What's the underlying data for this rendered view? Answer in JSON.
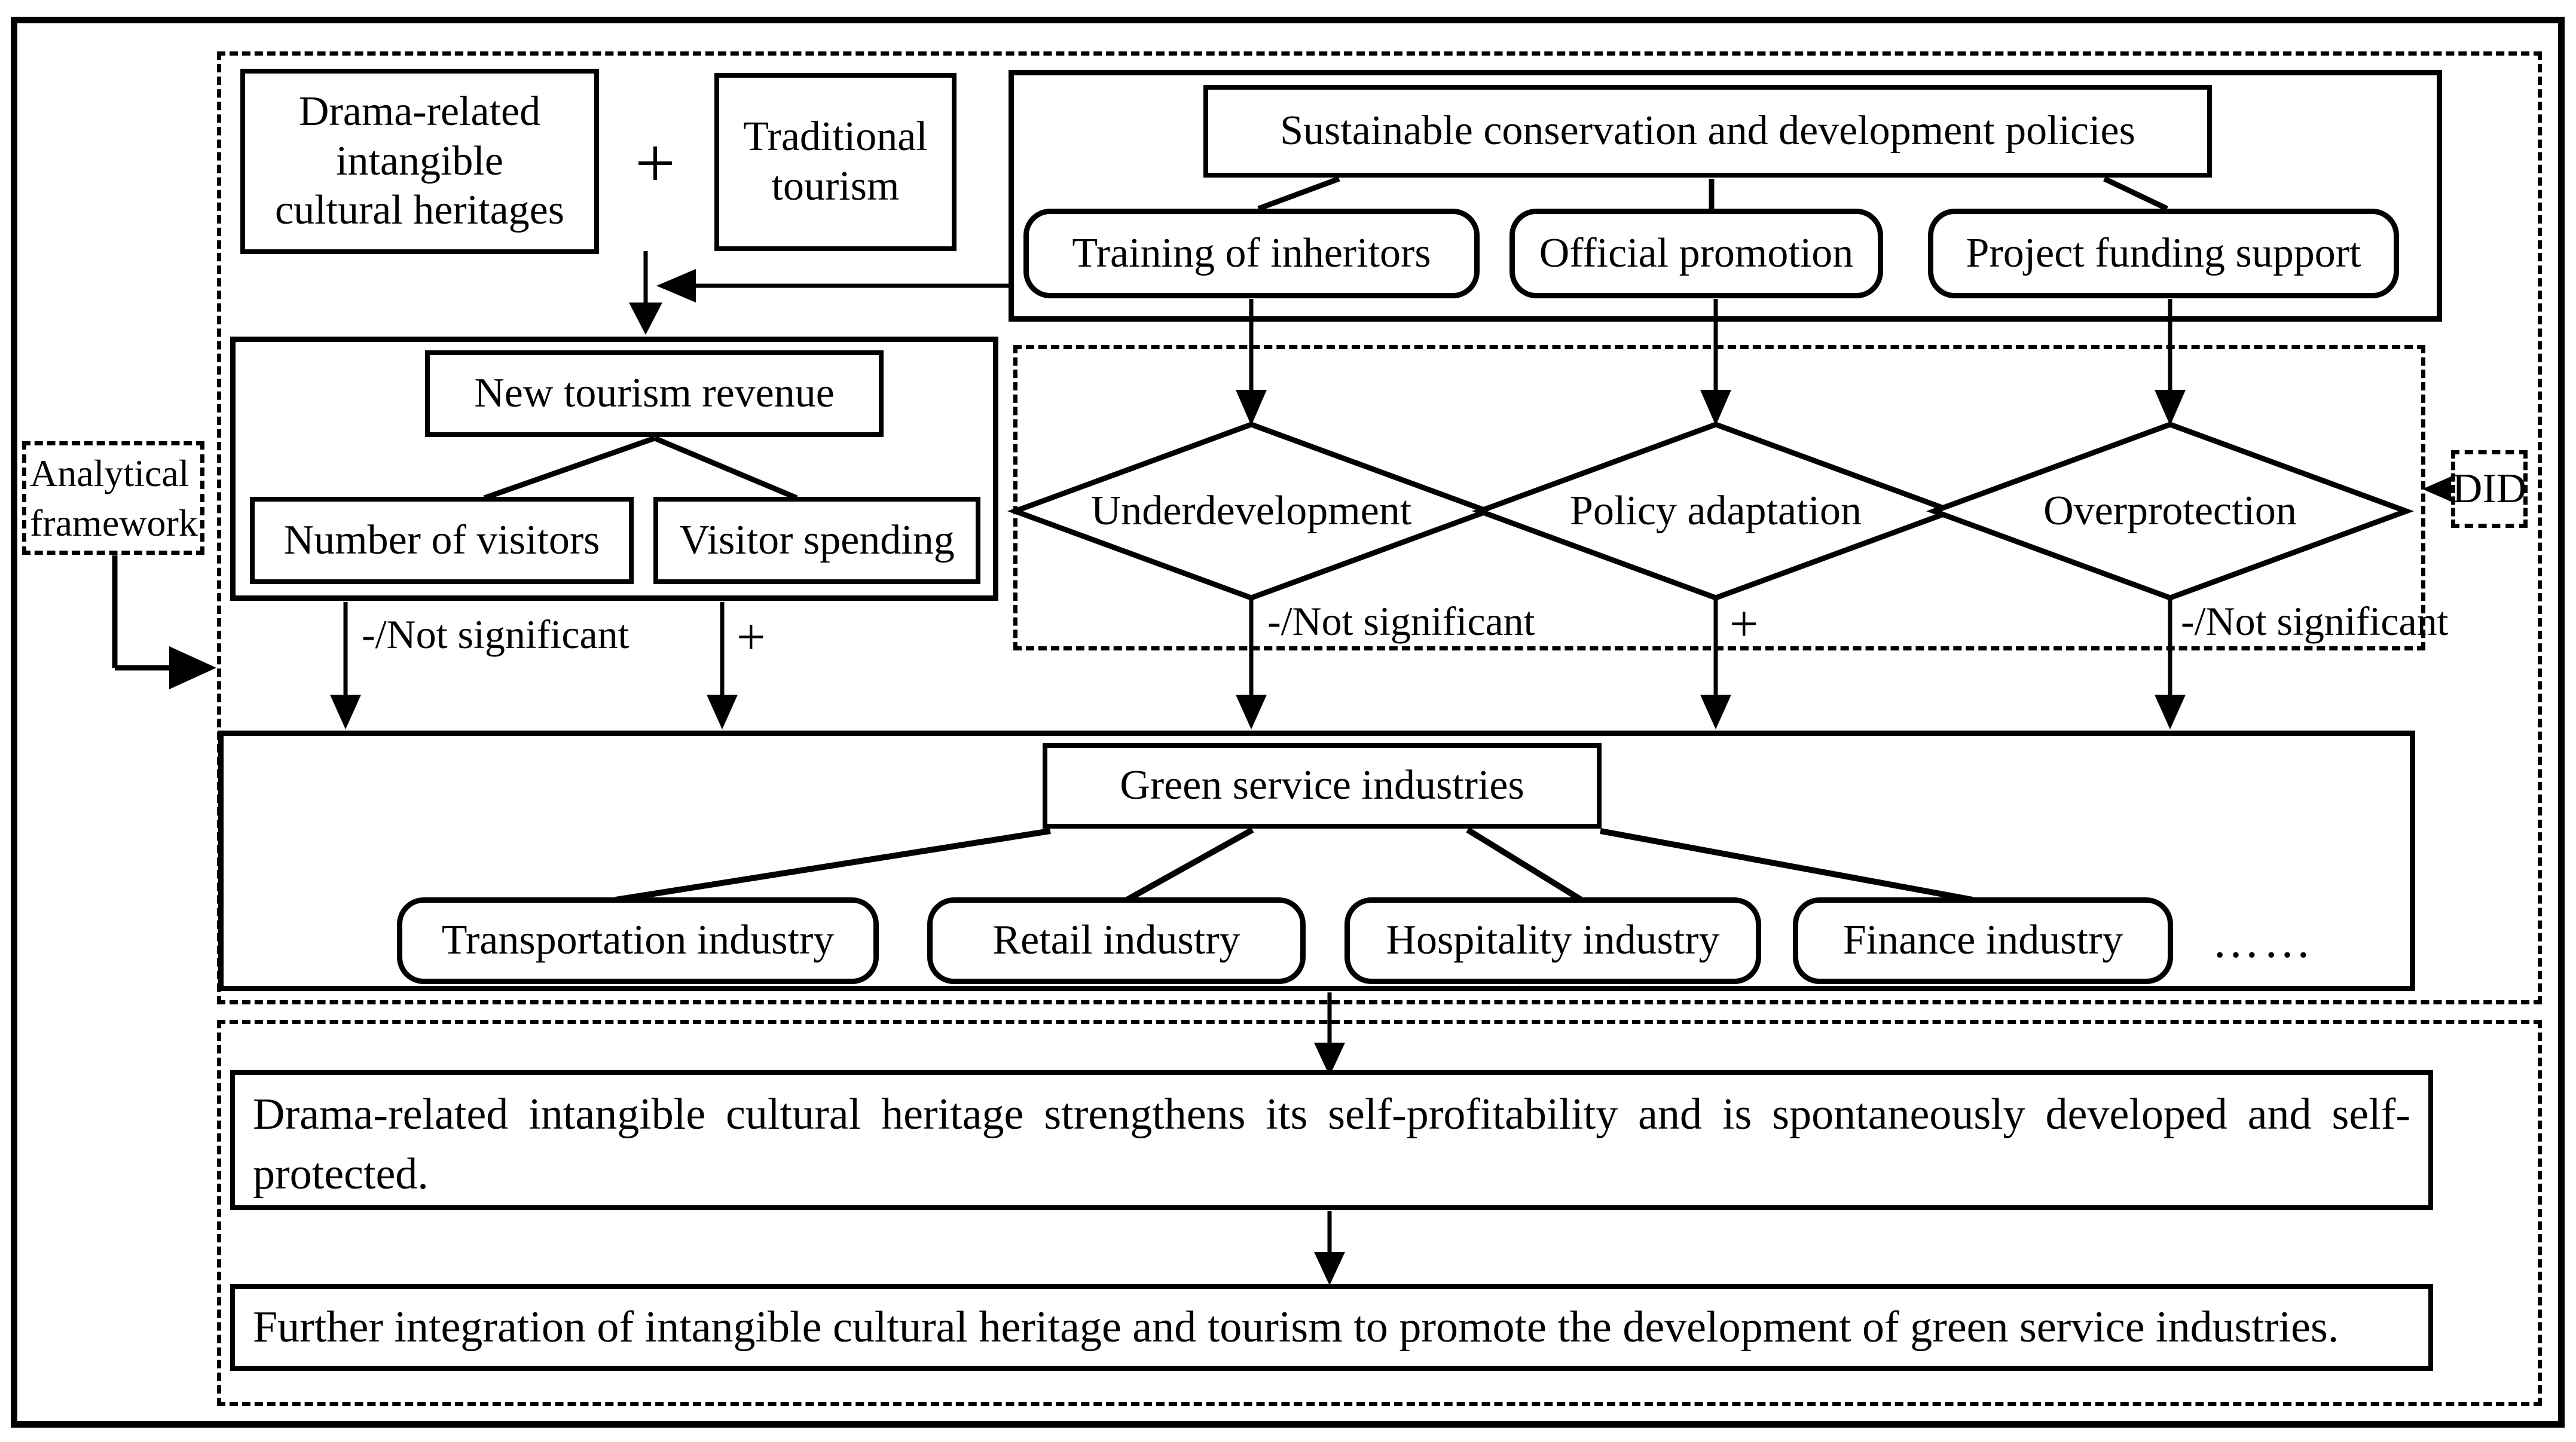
{
  "top": {
    "drama": "Drama-related\nintangible\ncultural heritages",
    "plus": "+",
    "traditional": "Traditional\ntourism"
  },
  "policies": {
    "title": "Sustainable conservation and development policies",
    "children": [
      "Training of inheritors",
      "Official promotion",
      "Project funding support"
    ]
  },
  "revenue": {
    "title": "New tourism revenue",
    "children": [
      "Number of visitors",
      "Visitor spending"
    ],
    "effects": [
      "-/Not significant",
      "+"
    ]
  },
  "did": {
    "diamonds": [
      "Underdevelopment",
      "Policy adaptation",
      "Overprotection"
    ],
    "effects": [
      "-/Not significant",
      "+",
      "-/Not significant"
    ],
    "label": "DID"
  },
  "green": {
    "title": "Green service industries",
    "children": [
      "Transportation industry",
      "Retail industry",
      "Hospitality industry",
      "Finance industry"
    ],
    "ellipsis": "……"
  },
  "annotation": {
    "label": "Analytical\nframework"
  },
  "conclusions": [
    "Drama-related intangible cultural heritage strengthens its self-profitability and is spontaneously developed and self-protected.",
    "Further integration of intangible cultural heritage and tourism to promote the development of green service industries."
  ],
  "colors": {
    "ink": "#000000",
    "paper": "#ffffff"
  }
}
